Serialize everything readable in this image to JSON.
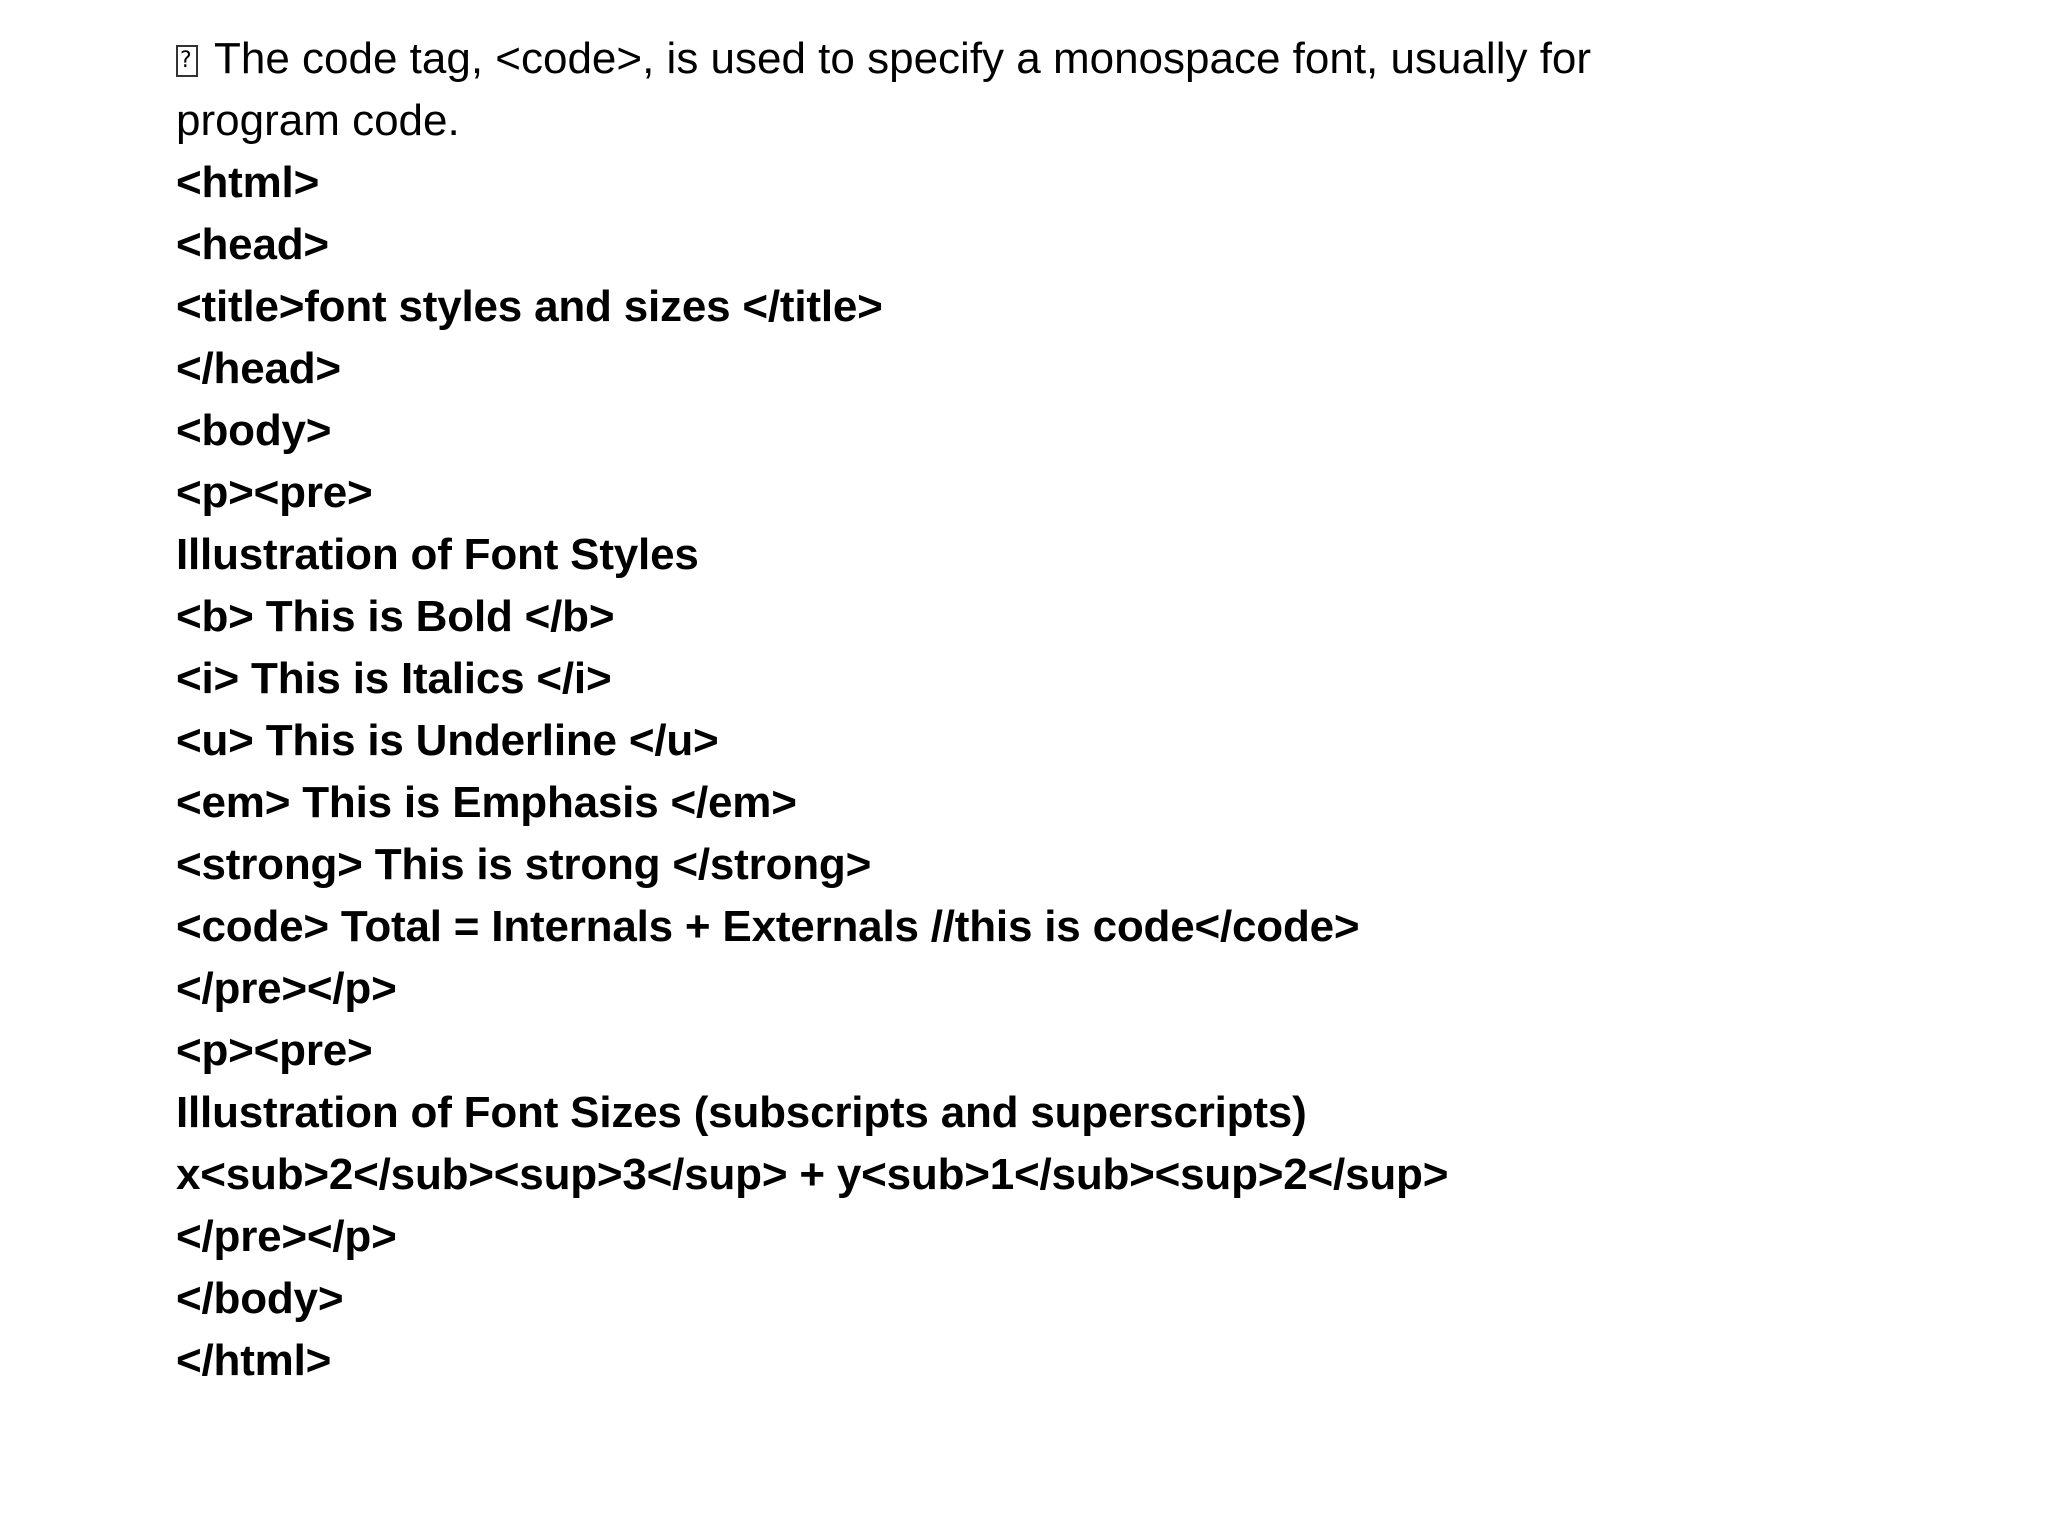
{
  "intro": {
    "bullet_icon": "missing-glyph-box",
    "text": "The code tag, <code>, is used to specify a monospace font, usually for program code."
  },
  "code_lines": [
    "<html>",
    "<head>",
    "<title>font styles and sizes </title>",
    "</head>",
    "<body>",
    "<p><pre>",
    "Illustration of Font Styles",
    "<b> This is Bold </b>",
    "<i> This is Italics </i>",
    "<u> This is Underline </u>",
    "<em> This is Emphasis </em>",
    "<strong> This is strong </strong>",
    "<code> Total = Internals + Externals //this is code</code>",
    "</pre></p>",
    "<p><pre>",
    "Illustration of Font Sizes (subscripts and superscripts)",
    "x<sub>2</sub><sup>3</sup> + y<sub>1</sub><sup>2</sup>",
    "</pre></p>",
    "</body>",
    "</html>"
  ]
}
